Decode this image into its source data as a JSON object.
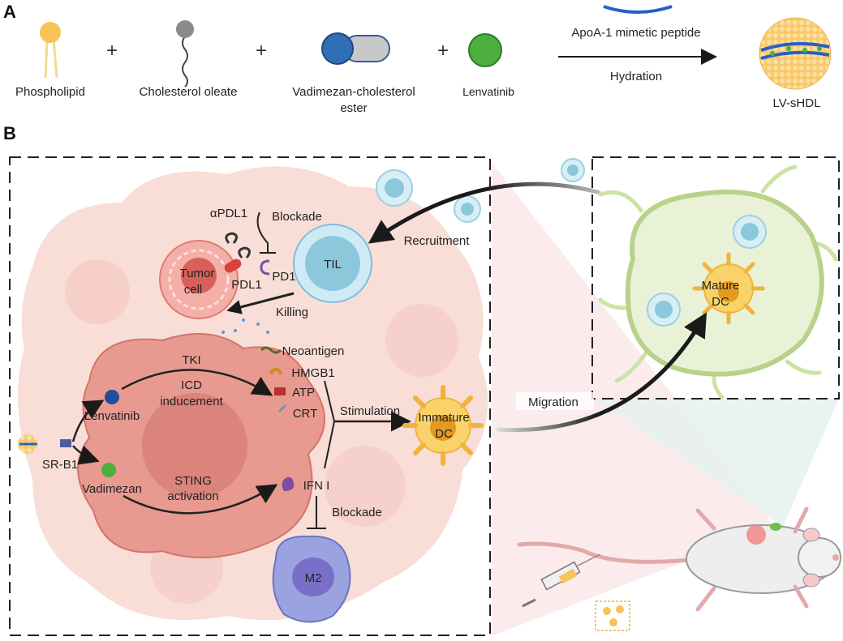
{
  "panel_a": {
    "label": "A",
    "components": [
      {
        "name": "Phospholipid"
      },
      {
        "name": "Cholesterol oleate"
      },
      {
        "name_line1": "Vadimezan-cholesterol",
        "name_line2": "ester"
      },
      {
        "name": "Lenvatinib"
      }
    ],
    "plus": "+",
    "arrow_top": "ApoA-1 mimetic peptide",
    "arrow_bottom": "Hydration",
    "product": "LV-sHDL",
    "colors": {
      "phospholipid": "#f7c35a",
      "cholesterol": "#8a8a8a",
      "vadimezan": "#2f6fb5",
      "ester": "#c8c8c8",
      "lenvatinib": "#4caf3e",
      "peptide": "#2a5fc4"
    }
  },
  "panel_b": {
    "label": "B",
    "tumor": {
      "alpha_pdl1": "αPDL1",
      "blockade_top": "Blockade",
      "tumor_cell_l1": "Tumor",
      "tumor_cell_l2": "cell",
      "pdl1": "PDL1",
      "pd1": "PD1",
      "til": "TIL",
      "killing": "Killing",
      "recruitment": "Recruitment",
      "tki": "TKI",
      "icd_l1": "ICD",
      "icd_l2": "inducement",
      "lenvatinib": "Lenvatinib",
      "sr_b1": "SR-B1",
      "vadimezan": "Vadimezan",
      "sting_l1": "STING",
      "sting_l2": "activation",
      "neoantigen": "Neoantigen",
      "hmgb1": "HMGB1",
      "atp": "ATP",
      "crt": "CRT",
      "ifn": "IFN I",
      "blockade_bottom": "Blockade",
      "m2": "M2",
      "stimulation": "Stimulation",
      "immature_dc_l1": "Immature",
      "immature_dc_l2": "DC"
    },
    "lymph_node": {
      "mature_dc_l1": "Mature",
      "mature_dc_l2": "DC",
      "migration": "Migration"
    },
    "colors": {
      "tumor_bg": "#f5c7c0",
      "tumor_cell": "#e8908a",
      "til": "#a8d8ea",
      "dc": "#f7c443",
      "m2": "#8c93d6",
      "lymph": "#dcebc4"
    }
  }
}
